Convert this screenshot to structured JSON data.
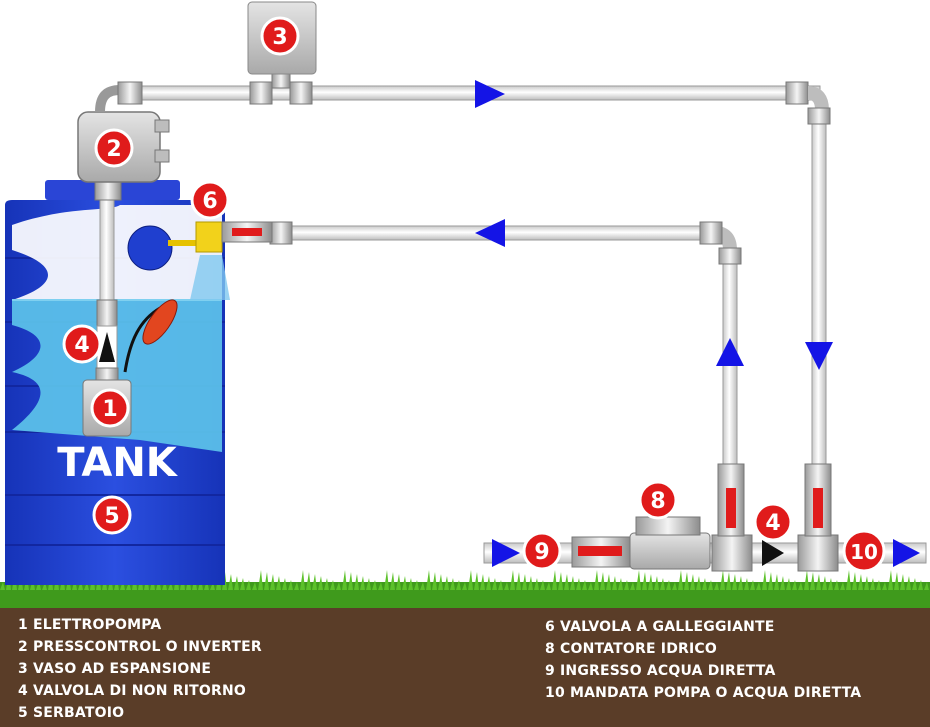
{
  "tank_label": "TANK",
  "markers": {
    "pump": "1",
    "presscontrol": "2",
    "expansion_vessel": "3",
    "check_valve_tank": "4",
    "tank": "5",
    "float_valve": "6",
    "water_meter": "8",
    "direct_inlet": "9",
    "check_valve_line": "4",
    "pump_delivery": "10"
  },
  "legend": {
    "left": [
      "1 ELETTROPOMPA",
      "2 PRESSCONTROL O INVERTER",
      "3 VASO AD ESPANSIONE",
      "4 VALVOLA DI NON RITORNO",
      "5 SERBATOIO"
    ],
    "right": [
      "6 VALVOLA A GALLEGGIANTE",
      "8 CONTATORE IDRICO",
      "9 INGRESSO ACQUA DIRETTA",
      "10 MANDATA POMPA O ACQUA DIRETTA"
    ]
  },
  "colors": {
    "tank_blue": "#1f3fcf",
    "water": "#5bbfe9",
    "marker_red": "#e01b1b",
    "arrow_blue": "#1414e6",
    "soil": "#5a3d28",
    "grass": "#3f9a1c",
    "pipe": "#f2f2f2"
  },
  "icons": {
    "flow_arrow": "triangle-arrow-icon",
    "valve": "ball-valve-icon",
    "float": "float-ball-icon"
  }
}
